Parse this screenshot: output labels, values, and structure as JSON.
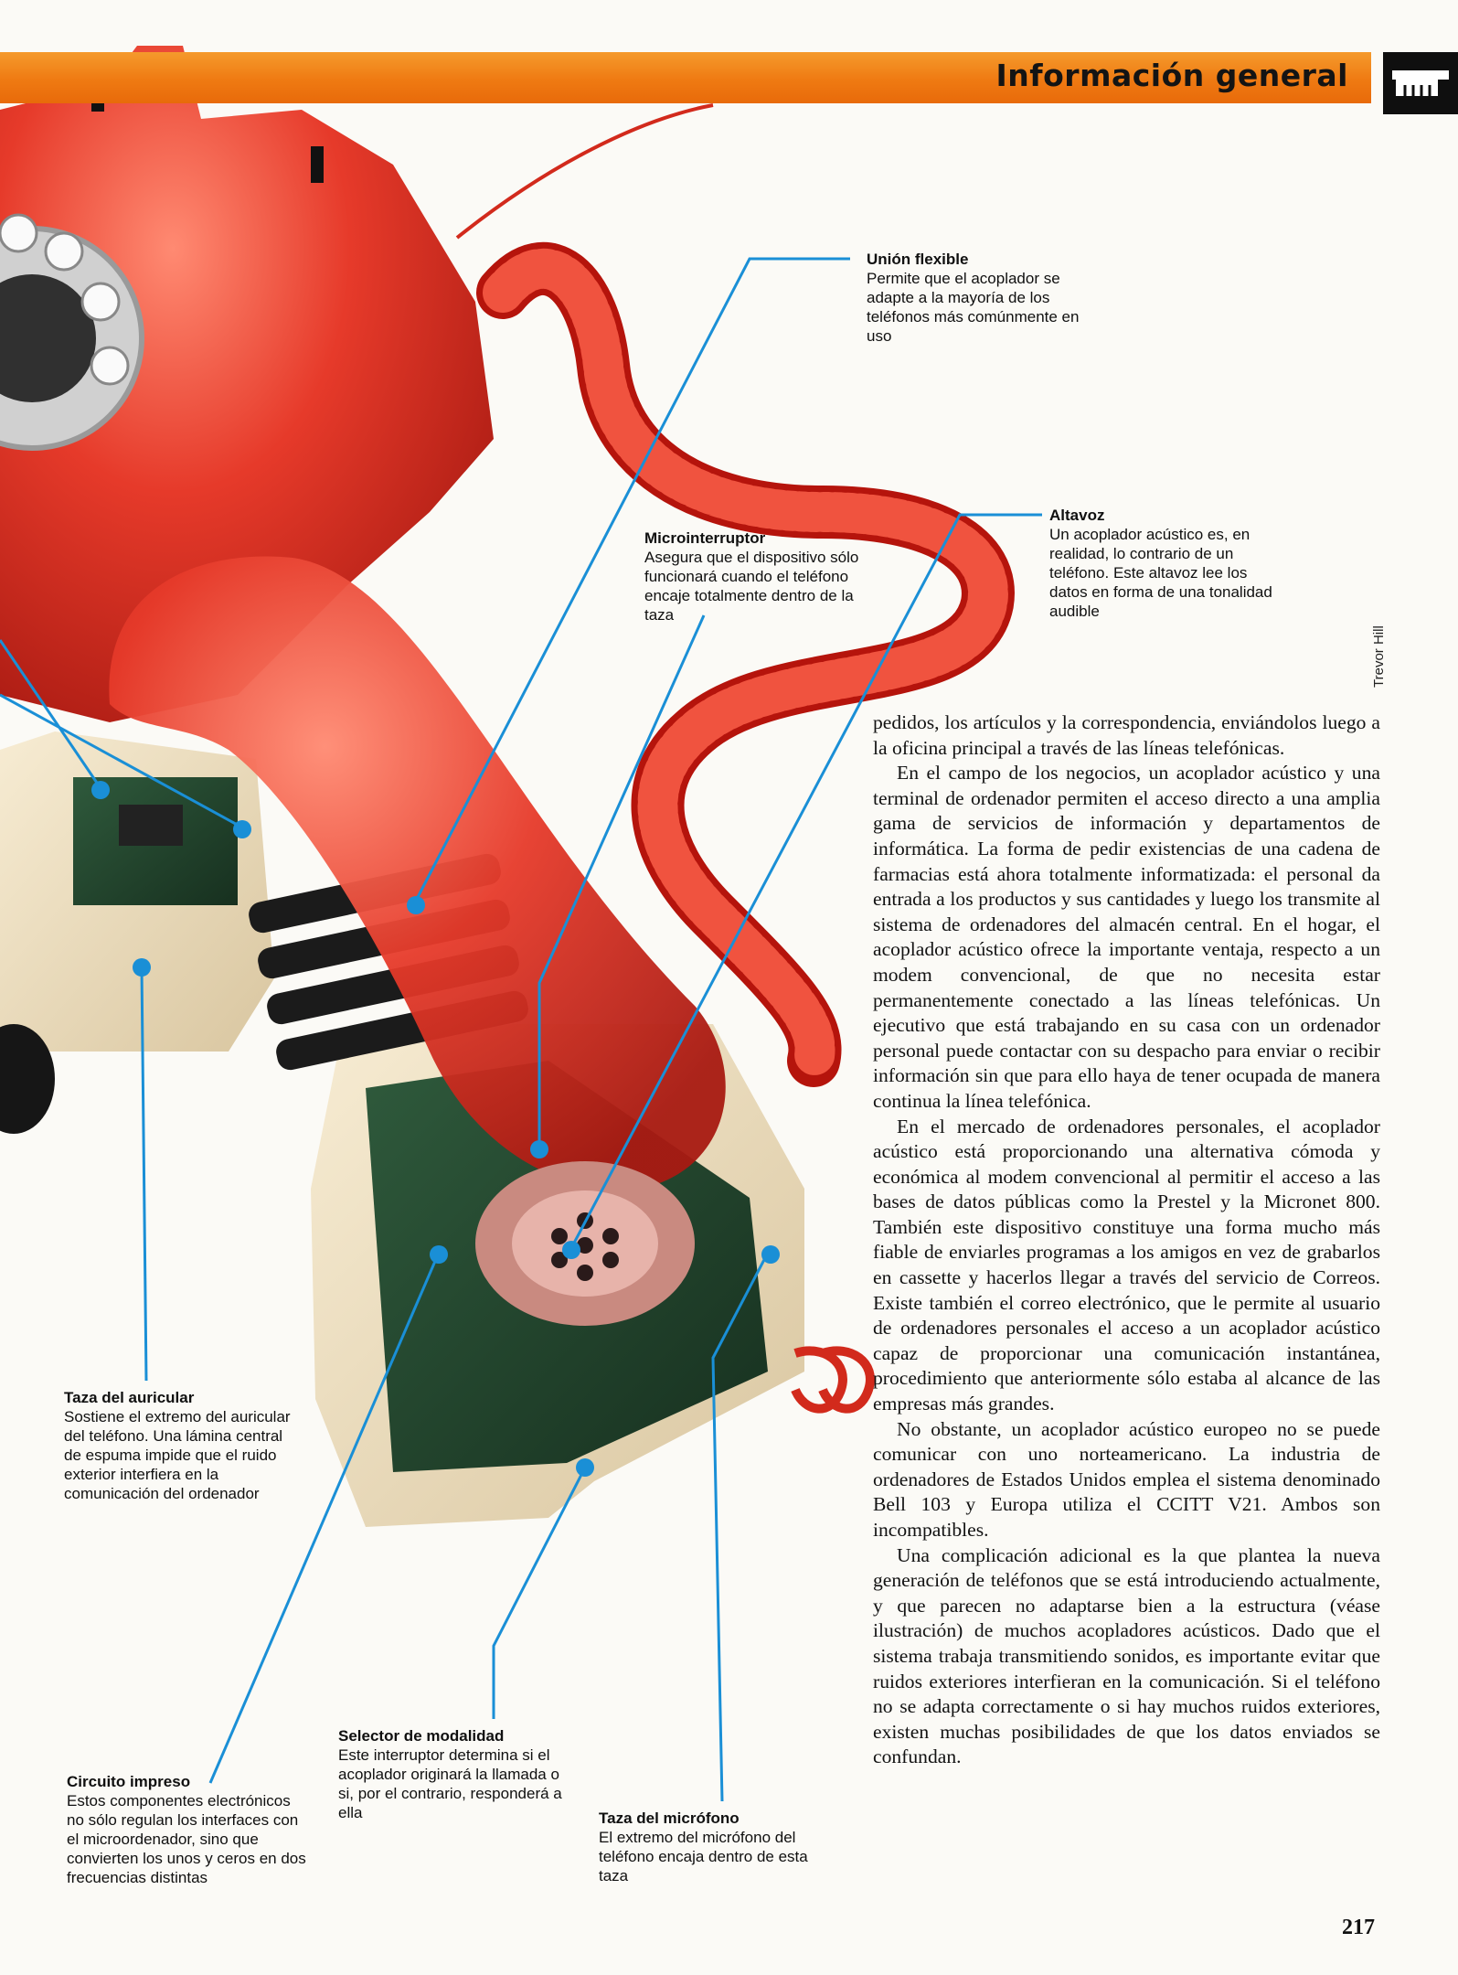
{
  "header": {
    "section_title": "Información general",
    "icon": "keyboard-tab-icon",
    "band_color": "#ef7a12"
  },
  "credit": "Trevor Hill",
  "page_number": "217",
  "callouts": {
    "union_flexible": {
      "title": "Unión flexible",
      "text": "Permite que el acoplador se adapte a la mayoría de los teléfonos más comúnmente en uso"
    },
    "microinterruptor": {
      "title": "Microinterruptor",
      "text": "Asegura que el dispositivo sólo funcionará cuando el teléfono encaje totalmente dentro de la taza"
    },
    "altavoz": {
      "title": "Altavoz",
      "text": "Un acoplador acústico es, en realidad, lo contrario de un teléfono. Este altavoz lee los datos en forma de una tonalidad audible"
    },
    "taza_auricular": {
      "title": "Taza del auricular",
      "text": "Sostiene el extremo del auricular del teléfono. Una lámina central de espuma impide que el ruido exterior interfiera en la comunicación del ordenador"
    },
    "selector_modalidad": {
      "title": "Selector de modalidad",
      "text": "Este interruptor determina si el acoplador originará la llamada o si, por el contrario, responderá a ella"
    },
    "circuito_impreso": {
      "title": "Circuito impreso",
      "text": "Estos componentes electrónicos no sólo regulan los interfaces con el microordenador, sino que convierten los unos y ceros en dos frecuencias distintas"
    },
    "taza_microfono": {
      "title": "Taza del micrófono",
      "text": "El extremo del micrófono del teléfono encaja dentro de esta taza"
    }
  },
  "body_paragraphs": [
    "pedidos, los artículos y la correspondencia, enviándolos luego a la oficina principal a través de las líneas telefónicas.",
    "En el campo de los negocios, un acoplador acústico y una terminal de ordenador permiten el acceso directo a una amplia gama de servicios de información y departamentos de informática. La forma de pedir existencias de una cadena de farmacias está ahora totalmente informatizada: el personal da entrada a los productos y sus cantidades y luego los transmite al sistema de ordenadores del almacén central. En el hogar, el acoplador acústico ofrece la importante ventaja, respecto a un modem convencional, de que no necesita estar permanentemente conectado a las líneas telefónicas. Un ejecutivo que está trabajando en su casa con un ordenador personal puede contactar con su despacho para enviar o recibir información sin que para ello haya de tener ocupada de manera continua la línea telefónica.",
    "En el mercado de ordenadores personales, el acoplador acústico está proporcionando una alternativa cómoda y económica al modem convencional al permitir el acceso a las bases de datos públicas como la Prestel y la Micronet 800. También este dispositivo constituye una forma mucho más fiable de enviarles programas a los amigos en vez de grabarlos en cassette y hacerlos llegar a través del servicio de Correos. Existe también el correo electrónico, que le permite al usuario de ordenadores personales el acceso a un acoplador acústico capaz de proporcionar una comunicación instantánea, procedimiento que anteriormente sólo estaba al alcance de las empresas más grandes.",
    "No obstante, un acoplador acústico europeo no se puede comunicar con uno norteamericano. La industria de ordenadores de Estados Unidos emplea el sistema denominado Bell 103 y Europa utiliza el CCITT V21. Ambos son incompatibles.",
    "Una complicación adicional es la que plantea la nueva generación de teléfonos que se está introduciendo actualmente, y que parecen no adaptarse bien a la estructura (véase ilustración) de muchos acopladores acústicos. Dado que el sistema trabaja transmitiendo sonidos, es importante evitar que ruidos exteriores interfieran en la comunicación. Si el teléfono no se adapta correctamente o si hay muchos ruidos exteriores, existen muchas posibilidades de que los datos enviados se confundan."
  ],
  "colors": {
    "leader_line": "#1a8fd6",
    "phone_red": "#e2372a",
    "coupler_cream": "#efe2c6"
  }
}
